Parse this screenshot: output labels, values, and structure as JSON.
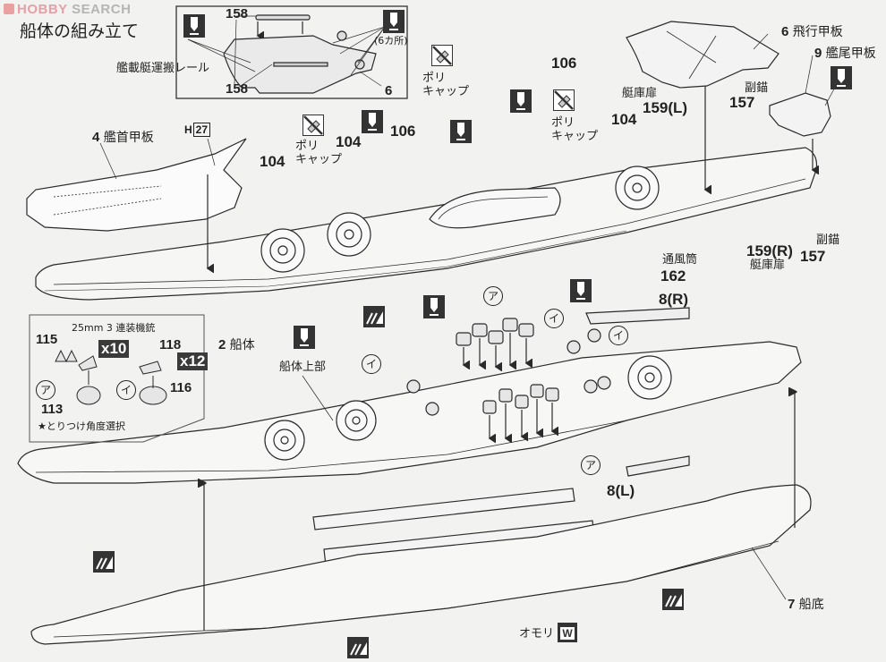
{
  "watermark": {
    "brand_a": "HOBBY",
    "brand_b": " SEARCH"
  },
  "title": "船体の組み立て",
  "inset_top": {
    "rail_label": "艦載艇運搬レール",
    "part_158_top": "158",
    "part_158_bottom": "158",
    "part_6": "6",
    "glue_note": "(6カ所)"
  },
  "parts": {
    "bow_deck": {
      "num": "4",
      "name": "艦首甲板"
    },
    "h27": {
      "prefix": "H",
      "num": "27"
    },
    "poly_cap_a": "ポリ\nキャップ",
    "poly_cap_b": "ポリ\nキャップ",
    "poly_cap_c": "ポリ\nキャップ",
    "p104_a": "104",
    "p104_b": "104",
    "p104_c": "104",
    "p106_a": "106",
    "p106_b": "106",
    "flight_deck": {
      "num": "6",
      "name": "飛行甲板"
    },
    "stern_deck": {
      "num": "9",
      "name": "艦尾甲板"
    },
    "boat_door_l": {
      "name": "艇庫扉",
      "num": "159(L)"
    },
    "boat_door_r": {
      "name": "艇庫扉",
      "num": "159(R)"
    },
    "anchor_a": {
      "name": "副錨",
      "num": "157"
    },
    "anchor_b": {
      "name": "副錨",
      "num": "157"
    },
    "vent": {
      "name": "通風筒",
      "num": "162"
    },
    "hull": {
      "num": "2",
      "name": "船体"
    },
    "upper_hull": "船体上部",
    "side_r": "8(R)",
    "side_l": "8(L)",
    "bottom": {
      "num": "7",
      "name": "船底"
    },
    "weight": "オモリ"
  },
  "inset_aa": {
    "title": "25mm 3 連装機銃",
    "p115": "115",
    "p113": "113",
    "p118": "118",
    "p116": "116",
    "qty_a": "x10",
    "qty_i": "x12",
    "mark_a": "ア",
    "mark_i": "イ",
    "note": "★とりつけ角度選択"
  },
  "markers": {
    "a": "ア",
    "i": "イ",
    "w": "W"
  }
}
